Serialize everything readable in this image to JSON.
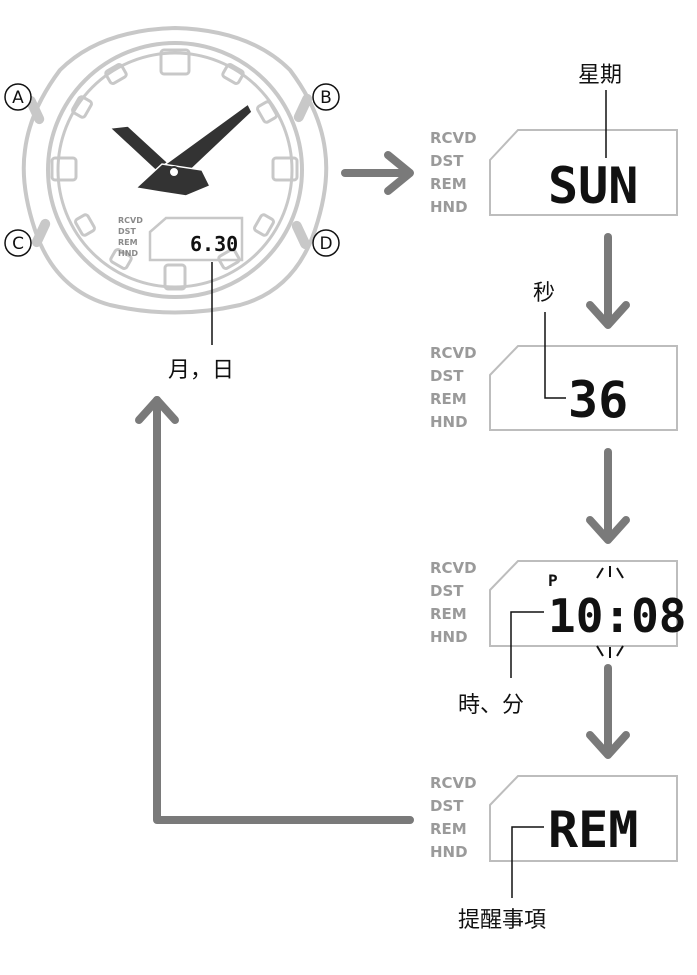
{
  "watch": {
    "buttons": [
      "A",
      "B",
      "C",
      "D"
    ],
    "indicators": [
      "RCVD",
      "DST",
      "REM",
      "HND"
    ],
    "display": "6.30",
    "caption": "月，日"
  },
  "screens": [
    {
      "indicators": [
        "RCVD",
        "DST",
        "REM",
        "HND"
      ],
      "display": "SUN",
      "caption": "星期"
    },
    {
      "indicators": [
        "RCVD",
        "DST",
        "REM",
        "HND"
      ],
      "display": "36",
      "caption": "秒"
    },
    {
      "indicators": [
        "RCVD",
        "DST",
        "REM",
        "HND"
      ],
      "pm_marker": "P",
      "display": "10:08",
      "caption": "時、分"
    },
    {
      "indicators": [
        "RCVD",
        "DST",
        "REM",
        "HND"
      ],
      "display": "REM",
      "caption": "提醒事項"
    }
  ],
  "colors": {
    "outline": "#c8c8c8",
    "arrow": "#7a7a7a",
    "text": "#111111",
    "hand": "#333333"
  }
}
